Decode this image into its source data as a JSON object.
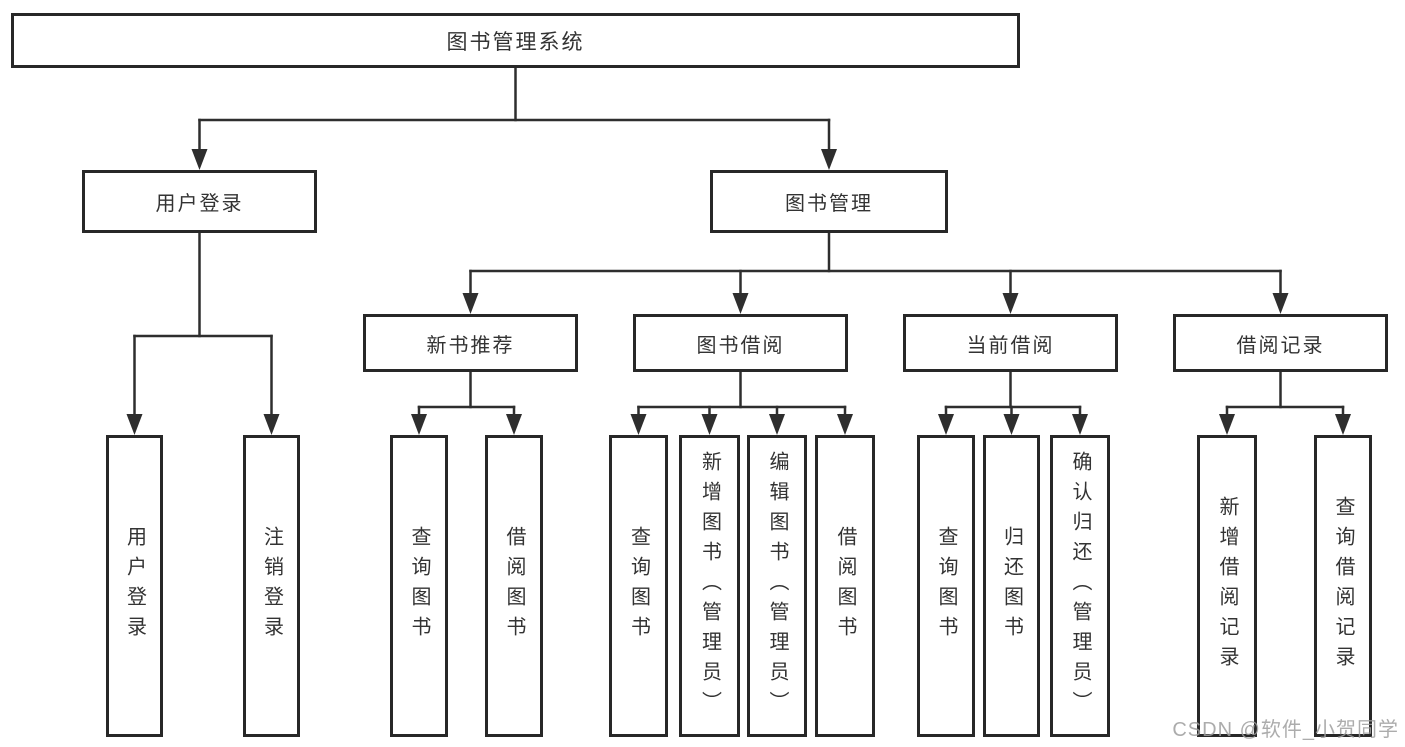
{
  "watermark": "CSDN @软件_小贺同学",
  "colors": {
    "line": "#2e2e2e",
    "box_border": "#282828",
    "text": "#333333",
    "watermark": "#9e9e9e"
  },
  "tree": {
    "label": "图书管理系统",
    "children": [
      {
        "label": "用户登录",
        "children": [
          {
            "label": "用户登录"
          },
          {
            "label": "注销登录"
          }
        ]
      },
      {
        "label": "图书管理",
        "children": [
          {
            "label": "新书推荐",
            "children": [
              {
                "label": "查询图书"
              },
              {
                "label": "借阅图书"
              }
            ]
          },
          {
            "label": "图书借阅",
            "children": [
              {
                "label": "查询图书"
              },
              {
                "label": "新增图书（管理员）"
              },
              {
                "label": "编辑图书（管理员）"
              },
              {
                "label": "借阅图书"
              }
            ]
          },
          {
            "label": "当前借阅",
            "children": [
              {
                "label": "查询图书"
              },
              {
                "label": "归还图书"
              },
              {
                "label": "确认归还（管理员）"
              }
            ]
          },
          {
            "label": "借阅记录",
            "children": [
              {
                "label": "新增借阅记录"
              },
              {
                "label": "查询借阅记录"
              }
            ]
          }
        ]
      }
    ]
  }
}
